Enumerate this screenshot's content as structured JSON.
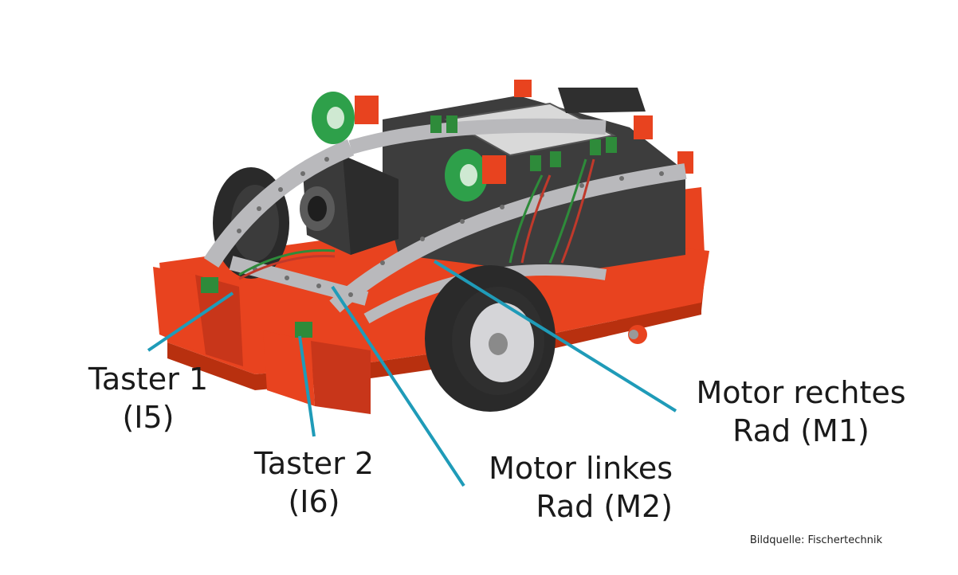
{
  "labels": {
    "taster1": {
      "line1": "Taster 1",
      "line2": "(I5)"
    },
    "taster2": {
      "line1": "Taster 2",
      "line2": "(I6)"
    },
    "motor_links": {
      "line1": "Motor linkes",
      "line2": "Rad (M2)"
    },
    "motor_rechts": {
      "line1": "Motor rechtes",
      "line2": "Rad (M1)"
    }
  },
  "source": "Bildquelle: Fischertechnik",
  "colors": {
    "chassis_red": "#e8431f",
    "chassis_red_dark": "#b8300f",
    "body_gray": "#3d3d3d",
    "beam_gray": "#b9b9bc",
    "wheel_green": "#2ea04a",
    "tire_black": "#2a2a2a",
    "callout_line": "#1f9bb8"
  }
}
